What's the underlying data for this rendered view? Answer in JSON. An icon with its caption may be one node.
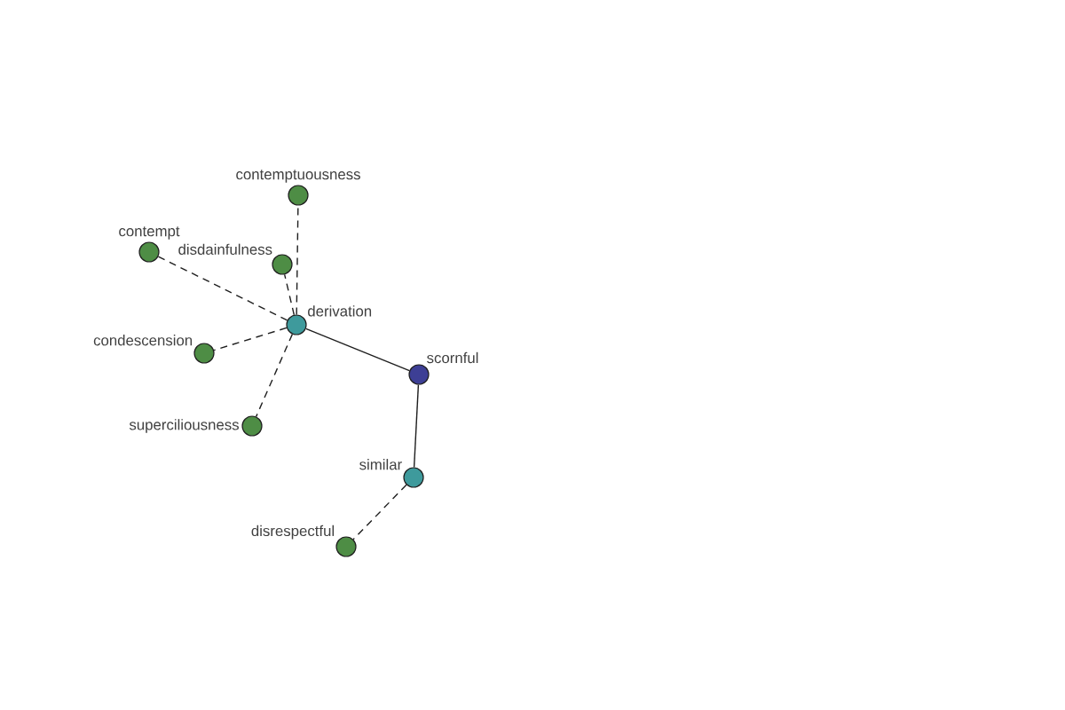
{
  "diagram": {
    "nodes": [
      {
        "text": [
          "contemptuousness"
        ]
      },
      {
        "text": [
          "contempt"
        ]
      },
      {
        "text": [
          "disdainfulness"
        ]
      },
      {
        "text": [
          "derivation"
        ]
      },
      {
        "text": [
          "condescension"
        ]
      },
      {
        "text": [
          "scornful"
        ]
      },
      {
        "text": [
          "superciliousness"
        ]
      },
      {
        "text": [
          "similar"
        ]
      },
      {
        "text": [
          "disrespectful"
        ]
      }
    ],
    "edges": [
      {
        "from": 3,
        "to": 5,
        "arrow": "none"
      },
      {
        "from": 5,
        "to": 7,
        "arrow": "none"
      },
      {
        "from": 3,
        "to": 0,
        "arrow": "none",
        "style": "dashed"
      },
      {
        "from": 3,
        "to": 1,
        "arrow": "none",
        "style": "dashed"
      },
      {
        "from": 3,
        "to": 2,
        "arrow": "none",
        "style": "dashed"
      },
      {
        "from": 3,
        "to": 4,
        "arrow": "none",
        "style": "dashed"
      },
      {
        "from": 3,
        "to": 6,
        "arrow": "none",
        "style": "dashed"
      },
      {
        "from": 7,
        "to": 8,
        "arrow": "none",
        "style": "dashed"
      }
    ]
  }
}
